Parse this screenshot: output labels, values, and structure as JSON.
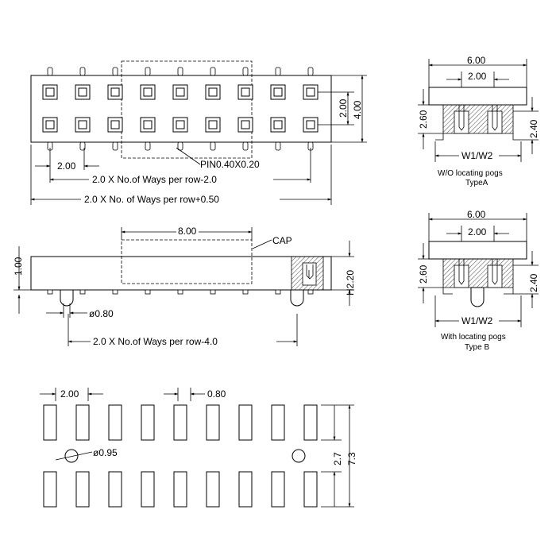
{
  "top_view": {
    "dim_pitch": "2.00",
    "dim_pin": "PIN0.40X0.20",
    "dim_len_inner": "2.0 X No.of Ways per row-2.0",
    "dim_len_outer": "2.0 X No. of Ways per row+0.50",
    "dim_row_pitch": "2.00",
    "dim_height": "4.00"
  },
  "side_view": {
    "dim_cap": "8.00",
    "cap_label": "CAP",
    "dim_left": "1.00",
    "dim_right": "H2.20",
    "dim_peg": "ø0.80",
    "dim_len": "2.0 X No.of Ways per row-4.0"
  },
  "footprint": {
    "dim_pitch": "2.00",
    "dim_pad": "0.80",
    "dim_hole": "ø0.95",
    "dim_inner": "2.7",
    "dim_outer": "7.3"
  },
  "type_a": {
    "dim_width": "6.00",
    "dim_pitch": "2.00",
    "dim_left": "2.60",
    "dim_right": "2.40",
    "dim_bottom": "W1/W2",
    "caption1": "W/O locating pogs",
    "caption2": "TypeA"
  },
  "type_b": {
    "dim_width": "6.00",
    "dim_pitch": "2.00",
    "dim_left": "2.60",
    "dim_right": "2.40",
    "dim_bottom": "W1/W2",
    "caption1": "With locating pogs",
    "caption2": "Type B"
  }
}
